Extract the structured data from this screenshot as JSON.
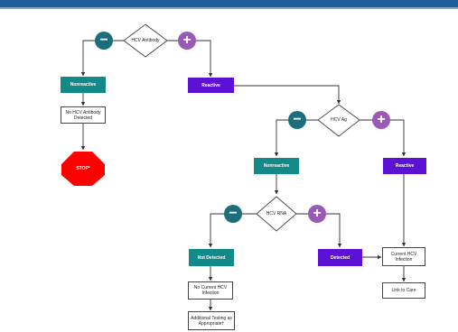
{
  "nodes": {
    "hcv_antibody": "HCV Antibody",
    "nonreactive_1": "Nonreactive",
    "reactive_1": "Reactive",
    "no_hcv_antibody": "No HCV Antibody Detected",
    "stop": "STOP*",
    "hcv_ag": "HCV Ag",
    "nonreactive_2": "Nonreactive",
    "reactive_2": "Reactive",
    "hcv_rna": "HCV RNA",
    "not_detected": "Not Detected",
    "detected": "Detected",
    "current_infection": "Current HCV Infection",
    "no_current_infection": "No Current HCV Infection",
    "link_to_care": "Link to Care",
    "additional_testing": "Additional Testing as Appropriate†"
  },
  "colors": {
    "teal": "#138a8a",
    "purple": "#5d10d6",
    "stop_red": "#ff0000",
    "header_blue": "#1f5c99",
    "minus_circle": "#1c6e7d",
    "plus_circle": "#9b59b6"
  },
  "symbols": {
    "minus": "−",
    "plus": "+"
  }
}
